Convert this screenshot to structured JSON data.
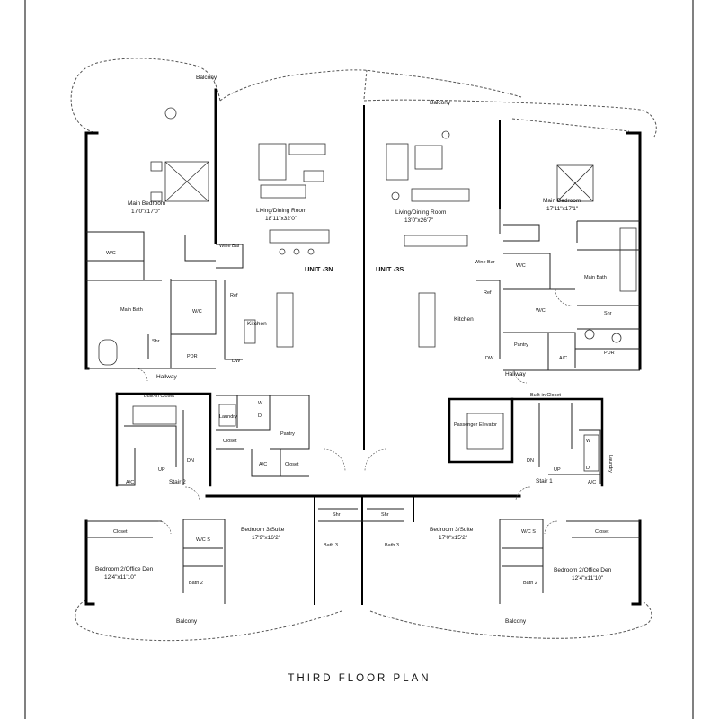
{
  "caption": "THIRD FLOOR PLAN",
  "units": {
    "north": "UNIT -3N",
    "south": "UNIT -3S"
  },
  "rooms": {
    "balcony_top_left": "Balcony",
    "balcony_top_right": "Balcony",
    "balcony_bottom_left": "Balcony",
    "balcony_bottom_right": "Balcony",
    "main_bedroom_n_name": "Main Bedroom",
    "main_bedroom_n_dim": "17'0\"x17'0\"",
    "living_n_name": "Living/Dining Room",
    "living_n_dim": "18'11\"x32'0\"",
    "wine_bar_n": "Wine Bar",
    "wic_n1": "W/C",
    "wic_n2": "W/C",
    "main_bath_n": "Main Bath",
    "ref_n": "Ref",
    "kitchen_n": "Kitchen",
    "shr_n": "Shr",
    "pdr_n": "PDR",
    "dw_n": "DW",
    "hallway_n": "Hallway",
    "built_in_closet_n": "Built-in Closet",
    "laundry_n": "Laundry",
    "w_n": "W",
    "d_n": "D",
    "pantry_n": "Pantry",
    "closet_n1": "Closet",
    "closet_n2": "Closet",
    "up_n": "UP",
    "dn_n": "DN",
    "ac_n1": "A/C",
    "ac_n2": "A/C",
    "stair_2": "Stair 2",
    "living_s_name": "Living/Dining Room",
    "living_s_dim": "13'0\"x26'7\"",
    "main_bedroom_s_name": "Main Bedroom",
    "main_bedroom_s_dim": "17'11\"x17'1\"",
    "wine_bar_s": "Wine Bar",
    "wic_s": "W/C",
    "main_bath_s": "Main Bath",
    "ref_s": "Ref",
    "kitchen_s": "Kitchen",
    "wc_s": "W/C",
    "shr_s": "Shr",
    "pantry_s": "Pantry",
    "dw_s": "DW",
    "ac_s1": "A/C",
    "pdr_s": "PDR",
    "hallway_s": "Hallway",
    "built_in_closet_s": "Built-in Closet",
    "passenger_elevator": "Passenger Elevator",
    "dn_s": "DN",
    "up_s": "UP",
    "stair_1": "Stair 1",
    "ac_s2": "A/C",
    "w_s": "W",
    "d_s": "D",
    "laundry_s": "Laundry",
    "closet_bl": "Closet",
    "wic_bl": "W/C S",
    "bedroom2_n_name": "Bedroom 2/Office Den",
    "bedroom2_n_dim": "12'4\"x11'10\"",
    "bath2_n": "Bath 2",
    "bedroom3_n_name": "Bedroom 3/Suite",
    "bedroom3_n_dim": "17'9\"x16'2\"",
    "shr_b1": "Shr",
    "bath3_n": "Bath 3",
    "shr_b2": "Shr",
    "bath3_s": "Bath 3",
    "bedroom3_s_name": "Bedroom 3/Suite",
    "bedroom3_s_dim": "17'0\"x15'2\"",
    "wic_br": "W/C S",
    "closet_br": "Closet",
    "bath2_s": "Bath 2",
    "bedroom2_s_name": "Bedroom 2/Office Den",
    "bedroom2_s_dim": "12'4\"x11'10\""
  }
}
